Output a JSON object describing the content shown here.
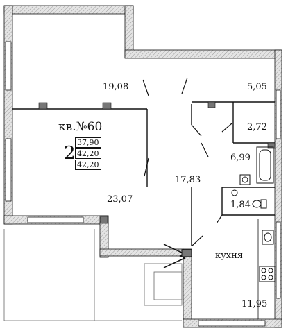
{
  "plan": {
    "apartment_label": "кв.№60",
    "rooms_count": "2",
    "areas": [
      "37,90",
      "42,20",
      "42,20"
    ],
    "room_areas": {
      "room_top_left": "19,08",
      "room_bottom_left": "23,07",
      "hall": "17,83",
      "balcony_right": "5,05",
      "storage": "2,72",
      "bathroom": "6,99",
      "toilet": "1,84",
      "kitchen_area": "11,95"
    },
    "kitchen_label": "кухня"
  },
  "colors": {
    "wall_fill": "#d9d9d9",
    "line": "#111111",
    "wall_hatch": "#9a9a9a"
  }
}
